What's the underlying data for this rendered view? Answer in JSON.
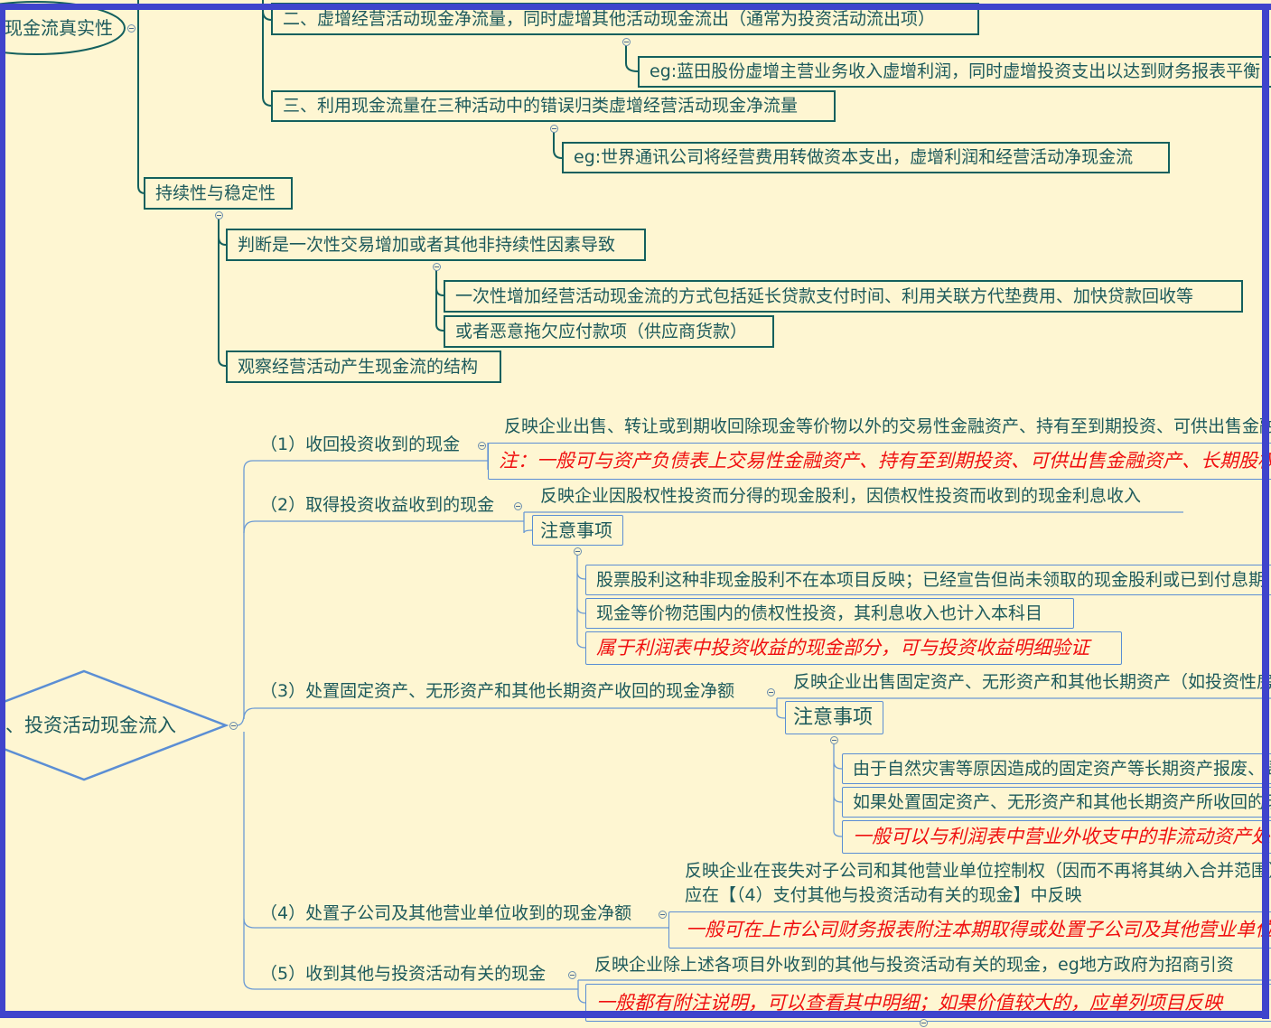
{
  "upper": {
    "root": "现金流真实性",
    "item2": "二、虚增经营活动现金净流量，同时虚增其他活动现金流出（通常为投资活动流出项）",
    "item2_eg": "eg:蓝田股份虚增主营业务收入虚增利润，同时虚增投资支出以达到财务报表平衡",
    "item3": "三、利用现金流量在三种活动中的错误归类虚增经营活动现金净流量",
    "item3_eg": "eg:世界通讯公司将经营费用转做资本支出，虚增利润和经营活动净现金流",
    "sustain": "持续性与稳定性",
    "judge": "判断是一次性交易增加或者其他非持续性因素导致",
    "judge_1": "一次性增加经营活动现金流的方式包括延长贷款支付时间、利用关联方代垫费用、加快贷款回收等",
    "judge_2": "或者恶意拖欠应付款项（供应商货款）",
    "observe": "观察经营活动产生现金流的结构"
  },
  "lower": {
    "root": "、投资活动现金流入",
    "b1": {
      "label": "（1）收回投资收到的现金",
      "desc": "反映企业出售、转让或到期收回除现金等价物以外的交易性金融资产、持有至到期投资、可供出售金融资产",
      "note": "注：一般可与资产负债表上交易性金融资产、持有至到期投资、可供出售金融资产、长期股权投资"
    },
    "b2": {
      "label": "（2）取得投资收益收到的现金",
      "desc": "反映企业因股权性投资而分得的现金股利，因债权性投资而收到的现金利息收入",
      "notes_label": "注意事项",
      "notes": [
        "股票股利这种非现金股利不在本项目反映；已经宣告但尚未领取的现金股利或已到付息期",
        "现金等价物范围内的债权性投资，其利息收入也计入本科目",
        "属于利润表中投资收益的现金部分，可与投资收益明细验证"
      ]
    },
    "b3": {
      "label": "（3）处置固定资产、无形资产和其他长期资产收回的现金净额",
      "desc": "反映企业出售固定资产、无形资产和其他长期资产（如投资性房地产）",
      "notes_label": "注意事项",
      "notes": [
        "由于自然灾害等原因造成的固定资产等长期资产报废、毁损",
        "如果处置固定资产、无形资产和其他长期资产所收回的现金",
        "一般可以与利润表中营业外收支中的非流动资产处置"
      ]
    },
    "b4": {
      "label": "（4）处置子公司及其他营业单位收到的现金净额",
      "desc1": "反映企业在丧失对子公司和其他营业单位控制权（因而不再将其纳入合并范围）",
      "desc2": "应在【（4）支付其他与投资活动有关的现金】中反映",
      "note": "一般可在上市公司财务报表附注本期取得或处置子公司及其他营业单位"
    },
    "b5": {
      "label": "（5）收到其他与投资活动有关的现金",
      "desc": "反映企业除上述各项目外收到的其他与投资活动有关的现金，eg地方政府为招商引资",
      "note": "一般都有附注说明，可以查看其中明细；如果价值较大的，应单列项目反映"
    }
  },
  "colors": {
    "background": "#fef6d2",
    "frame": "#3f44cc",
    "upper_border": "#14605e",
    "lower_border": "#5b8ed4",
    "note_red": "#f01010",
    "text": "#1d5a5c"
  }
}
